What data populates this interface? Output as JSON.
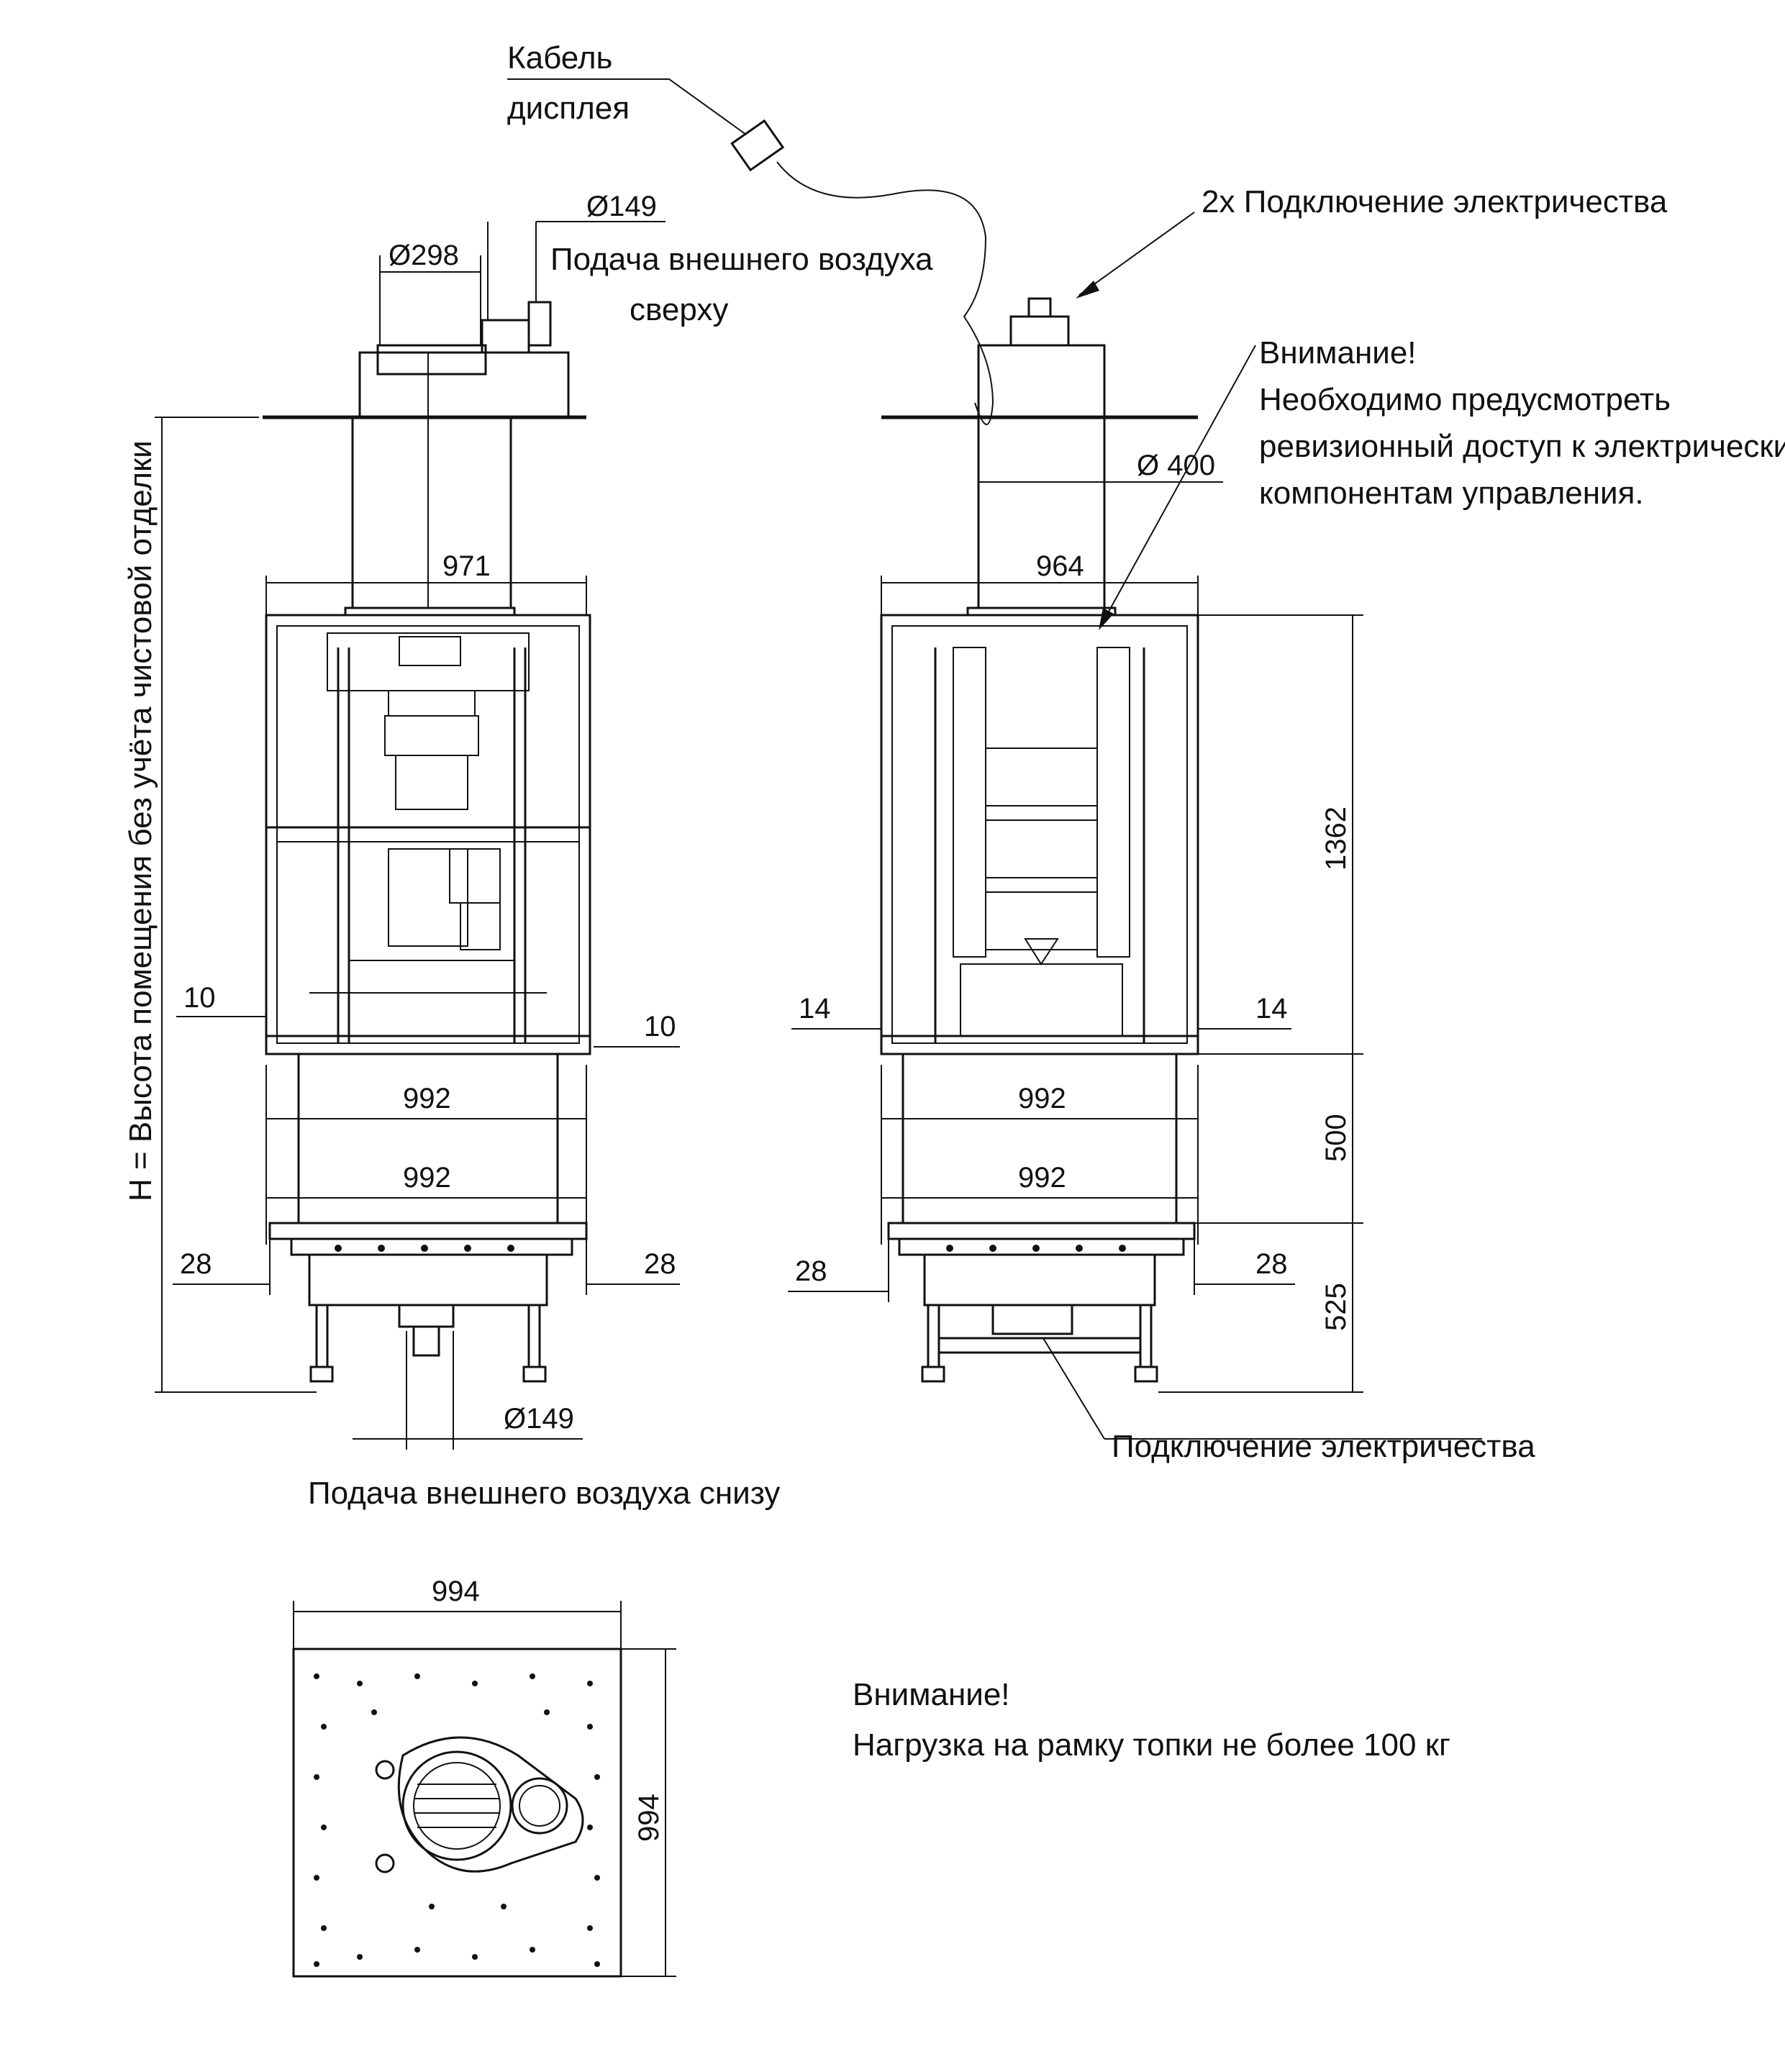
{
  "labels": {
    "display_cable": [
      "Кабель",
      "дисплея"
    ],
    "top_air_diameter": "Ø149",
    "flue_diameter": "Ø298",
    "top_air_supply": [
      "Подача внешнего воздуха",
      "сверху"
    ],
    "power_connection_top": "2x Подключение электричества",
    "warning_title": "Внимание!",
    "warning_lines": [
      "Необходимо предусмотреть",
      "ревизионный доступ к электрическим",
      "компонентам управления."
    ],
    "outer_diameter": "Ø 400",
    "room_height": "H = Высота помещения без учёта чистовой отделки",
    "bottom_air_diameter": "Ø149",
    "bottom_air_supply": "Подача внешнего воздуха снизу",
    "power_connection_bottom": "Подключение электричества",
    "load_warning_title": "Внимание!",
    "load_warning_text": "Нагрузка на рамку топки не более 100 кг"
  },
  "dimensions": {
    "left_width": "971",
    "right_width": "964",
    "left_gap_left": "10",
    "left_gap_right": "10",
    "right_gap_left": "14",
    "right_gap_right": "14",
    "left_glass_top": "992",
    "left_glass_bottom": "992",
    "right_glass_top": "992",
    "right_glass_bottom": "992",
    "left_offset_left": "28",
    "left_offset_right": "28",
    "right_offset_left": "28",
    "right_offset_right": "28",
    "height_upper": "1362",
    "height_glass": "500",
    "height_base": "525",
    "plan_width": "994",
    "plan_depth": "994"
  }
}
